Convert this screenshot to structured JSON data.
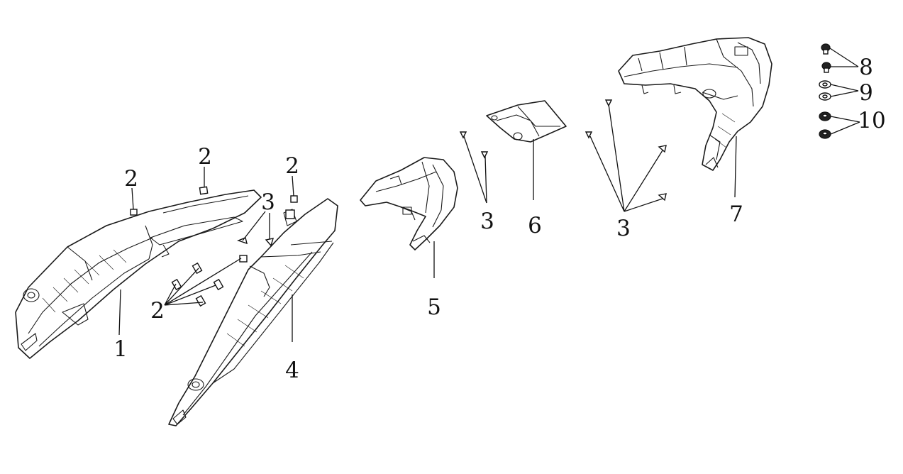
{
  "callouts": [
    "1",
    "2",
    "3",
    "4",
    "5",
    "6",
    "7",
    "8",
    "9",
    "10"
  ],
  "colors": {
    "line": "#1a1a1a",
    "background": "#ffffff"
  }
}
